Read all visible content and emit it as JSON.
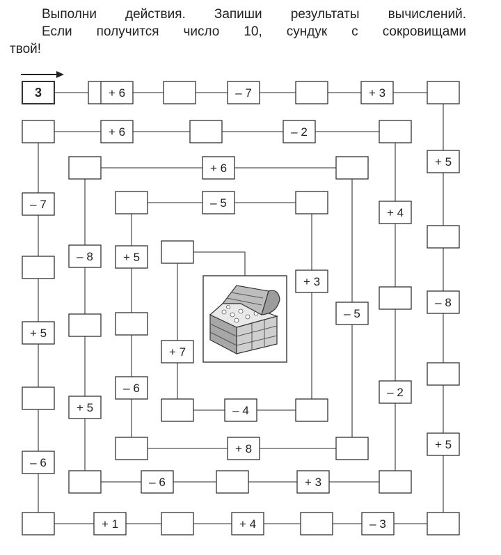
{
  "instructions": {
    "line1": "Выполни действия. Запиши результаты вычислений.",
    "line2": "Если получится число 10, сундук с сокровищами",
    "line3": "твой!"
  },
  "start_value": "3",
  "direction_arrow": "arrow-right-icon",
  "treasure_icon": "treasure-chest-icon",
  "path": [
    "3",
    "",
    "+ 6",
    "",
    "– 7",
    "",
    "+ 3",
    "",
    "+ 5",
    "",
    "– 8",
    "",
    "+ 5",
    "",
    "– 3",
    "",
    "+ 4",
    "",
    "+ 1",
    "",
    "– 6",
    "",
    "+ 5",
    "",
    "– 7",
    "",
    "+ 6",
    "",
    "– 2",
    "",
    "+ 4",
    "",
    "– 2",
    "",
    "+ 3",
    "",
    "– 6",
    "",
    "+ 5",
    "",
    "– 8",
    "",
    "+ 6",
    "",
    "– 5",
    "",
    "+ 8",
    "",
    "– 6",
    "",
    "+ 5",
    "",
    "– 5",
    "",
    "+ 3",
    "",
    "– 4",
    "",
    "+ 7",
    ""
  ]
}
